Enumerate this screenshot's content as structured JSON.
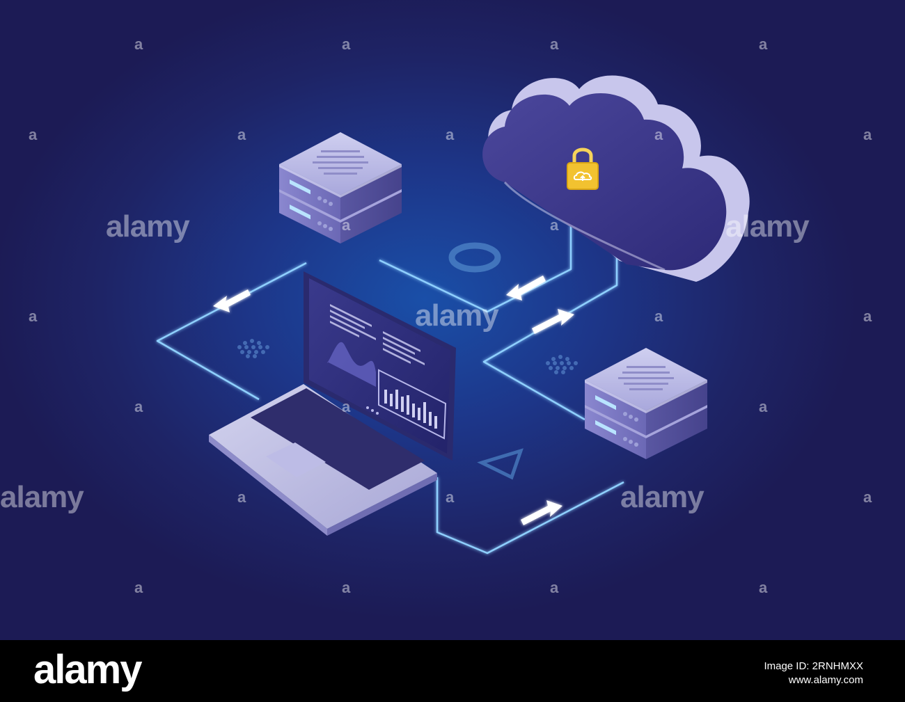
{
  "watermark": {
    "brand": "alamy",
    "mark": "a"
  },
  "footer": {
    "logo": "alamy",
    "image_id_label": "Image ID: 2RNHMXX",
    "site": "www.alamy.com"
  },
  "colors": {
    "background_center": "#1a4fa8",
    "background_edge": "#1c1b55",
    "connector_line": "#8fd0ff",
    "server_top": "#b9b9e0",
    "server_side": "#6a67b0",
    "cloud_body": "#3e3a8e",
    "lock": "#f2c230"
  },
  "icons": [
    "cloud-lock-icon",
    "server-icon",
    "laptop-icon",
    "arrow-icon",
    "circle-shape",
    "triangle-shape"
  ]
}
